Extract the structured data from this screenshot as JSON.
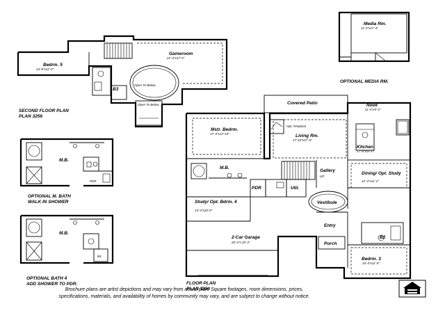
{
  "labels": {
    "media_rm": "Media Rm.",
    "media_rm_dim": "11'-5\"x17'-4\"",
    "optional_media_rm": "OPTIONAL MEDIA RM.",
    "bedrm5": "Bedrm. 5",
    "bedrm5_dim": "14'-8\"x12'-0\"",
    "gameroom": "Gameroom",
    "gameroom_dim": "21'-4\"x17'-5\"",
    "b3": "B3",
    "open_to_below_1": "Open To Below",
    "open_to_below_2": "Open To Below",
    "second_floor_plan": "SECOND FLOOR PLAN",
    "plan_3256_a": "PLAN 3256",
    "covered_patio": "Covered Patio",
    "nook": "Nook",
    "nook_dim": "11'-5\"x9'-3\"",
    "mstr_bedrm": "Mstr. Bedrm.",
    "mstr_bedrm_dim": "17'-4\"x13'-10\"",
    "opt_fireplace": "Opt. Fireplace",
    "living_rm": "Living Rm.",
    "living_rm_dim": "17'-10\"x17'-5\"",
    "kitchen": "Kitchen",
    "kitchen_dim": "17'-8\"x15'-0\"",
    "mb": "M.B.",
    "gallery": "Gallery",
    "up": "UP",
    "dining": "Dining/ Opt. Study",
    "dining_dim": "12'-4\"x11'-2\"",
    "pdr": "PDR",
    "util": "Util.",
    "vestibule": "Vestibule",
    "study": "Study/ Opt. Bdrm. 4",
    "study_dim": "13'-4\"x10'-0\"",
    "entry": "Entry",
    "garage": "2-Car Garage",
    "garage_dim": "20'-4\"x 20'-3\"",
    "b2": "B2",
    "porch": "Porch",
    "bedrm3": "Bedrm. 3",
    "bedrm3_dim": "10'-4\"x11'-0\"",
    "floor_plan": "FLOOR PLAN",
    "plan_3256_b": "PLAN 3256",
    "mb_bath": "M.B.",
    "pdr_bath": "PDR",
    "optional_m_bath": "OPTIONAL M. BATH",
    "walk_in_shower": "WALK IN SHOWER",
    "mb_bath4": "M.B.",
    "b4": "B4",
    "optional_bath4": "OPTIONAL BATH 4",
    "add_shower": "ADD SHOWER TO PDR."
  },
  "footer": {
    "line1": "Brochure plans are artist depictions and may vary from actual plan.  Square footages, room dimensions, prices,",
    "line2": "specifications, materials, and availability of homes by community may vary, and are subject to change without notice."
  },
  "logo": {
    "name": "equal-housing-logo"
  }
}
